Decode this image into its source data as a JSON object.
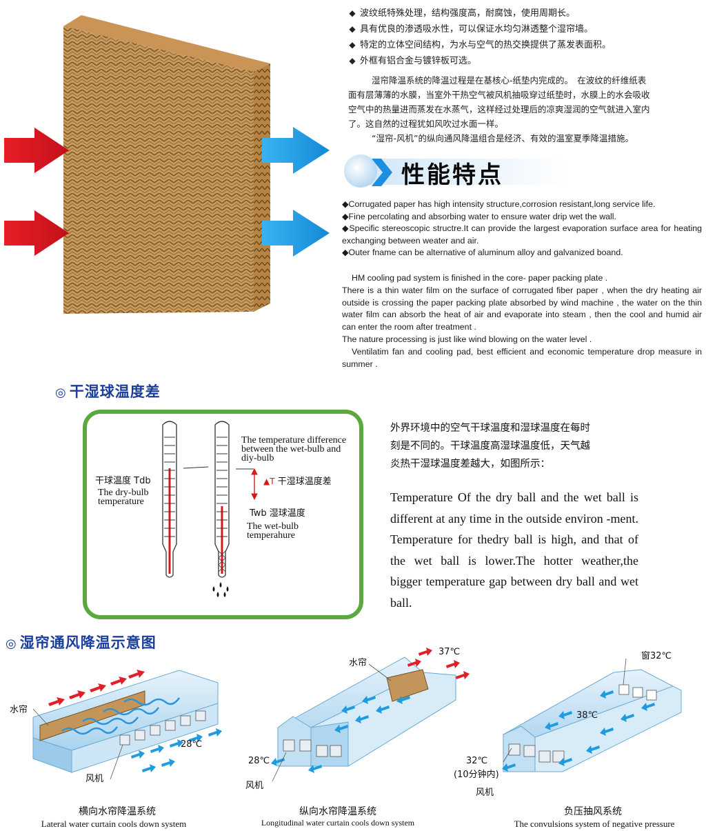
{
  "colors": {
    "accent_blue": "#1a3e9a",
    "arrow_red": "#e02028",
    "arrow_blue": "#1f9be0",
    "frame_green": "#5aa83e",
    "mercury_red": "#d41b1b",
    "pad_tan": "#c99a5c"
  },
  "cn_bullets": [
    "波纹纸特殊处理，结构强度高，耐腐蚀，使用周期长。",
    "具有优良的渗透吸水性，可以保证水均匀淋透整个湿帘墙。",
    "特定的立体空间结构，为水与空气的热交换提供了蒸发表面积。",
    "外框有铝合金与镀锌板可选。"
  ],
  "bullet_symbol": "◆",
  "cn_paragraph": {
    "lines": [
      "湿帘降温系统的降温过程是在基核心-纸垫内完成的。　在波纹的纤维纸表",
      "面有层薄薄的水膜，当室外干热空气被风机抽吸穿过纸垫时，水膜上的水会吸收",
      "空气中的热量进而蒸发在水蒸气，这样经过处理后的凉爽湿润的空气就进入室内",
      "了。这自然的过程犹如风吹过水面一样。"
    ],
    "line_last": "“湿帘-风机”的纵向通风降温组合是经济、有效的温室夏季降温措施。"
  },
  "feature_title": "性能特点",
  "en_bullets": [
    "◆Corrugated paper has high intensity structure,corrosion resistant,long service life.",
    "◆Fine percolating and absorbing water to ensure water drip wet the wall.",
    "◆Specific stereoscopic structre.It can provide the largest evaporation surface area for heating exchanging between weater and air.",
    "◆Outer fname can be alternative of aluminum alloy and galvanized boand."
  ],
  "en_paragraph": [
    "HM cooling pad system is finished in the core- paper packing plate .",
    "There is a thin water film on the surface of corrugated fiber paper , when the dry heating air outside is crossing the paper packing plate absorbed by wind machine , the water on the thin water film can absorb the heat of air and evaporate into steam , then the cool and humid air can enter the room after treatment .",
    "The nature processing is just like wind blowing on the water level .",
    "Ventilatim fan and cooling pad, best efficient and economic temperature drop measure in summer ."
  ],
  "section1": {
    "circle": "◎",
    "title": "干湿球温度差",
    "dry_cn": "干球温度 Tdb",
    "dry_en": [
      "The dry-bulb",
      "temperature"
    ],
    "diff_en": [
      "The temperature difference",
      "between the wet-bulb and",
      "diy-bulb"
    ],
    "diff_cn": "干湿球温度差",
    "diff_symbol": "▲T",
    "wet_cn": "Twb 湿球温度",
    "wet_en": [
      "The wet-bulb",
      "temperahure"
    ],
    "right_cn": [
      "外界环境中的空气干球温度和湿球温度在每时",
      "刻是不同的。干球温度高湿球温度低，天气越",
      "炎热干湿球温度差越大，如图所示："
    ],
    "right_en": "Temperature Of the dry ball and the wet ball is different at any time in the outside environ -ment. Temperature for thedry ball is high, and that of the wet ball is lower.The hotter weather,the bigger temperature gap between dry ball and wet ball."
  },
  "section2": {
    "circle": "◎",
    "title": "湿帘通风降温示意图",
    "diagrams": [
      {
        "labels": {
          "curtain": "水帘",
          "temp": "28℃",
          "fan": "风机"
        },
        "caption_cn": "横向水帘降温系统",
        "caption_en": "Lateral water curtain cools down system"
      },
      {
        "labels": {
          "curtain": "水帘",
          "temp_in": "37℃",
          "temp": "28℃",
          "fan": "风机"
        },
        "caption_cn": "纵向水帘降温系统",
        "caption_en": "Longitudinal water curtain cools down system"
      },
      {
        "labels": {
          "window": "窗32℃",
          "temp_mid": "38℃",
          "temp": "32℃",
          "temp_note": "(10分钟内)",
          "fan": "风机"
        },
        "caption_cn": "负压抽风系统",
        "caption_en": "The convulsions system of negative pressure"
      }
    ]
  }
}
